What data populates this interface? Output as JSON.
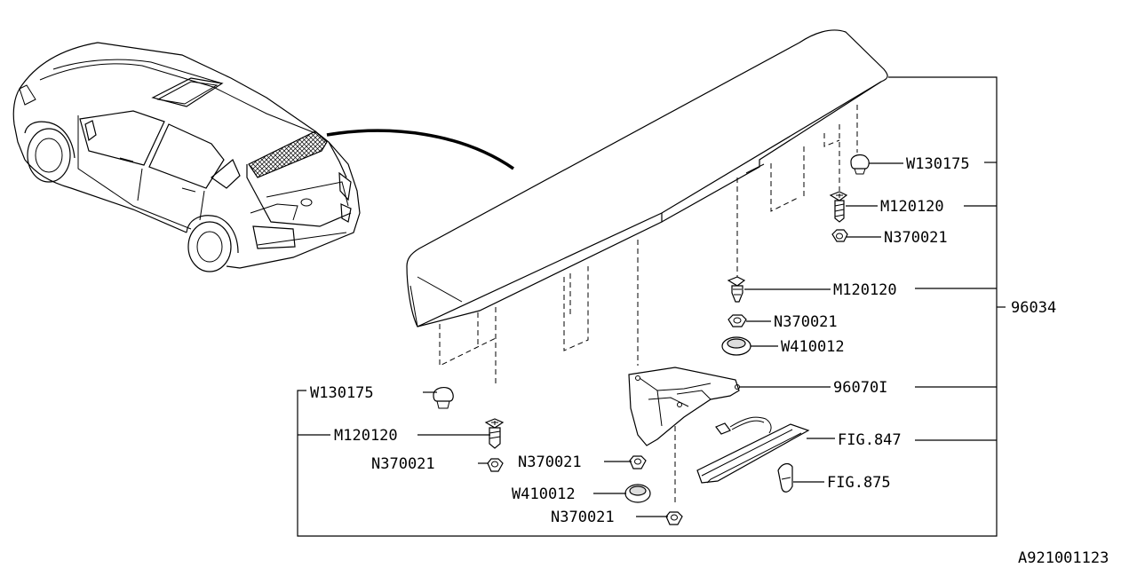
{
  "diagram_id": "A921001123",
  "callouts": {
    "assembly": "96034",
    "w130175_upper": "W130175",
    "m120120_upper": "M120120",
    "n370021_upper": "N370021",
    "m120120_mid": "M120120",
    "n370021_mid": "N370021",
    "w410012_mid": "W410012",
    "bracket": "96070I",
    "fig847": "FIG.847",
    "fig875": "FIG.875",
    "w130175_left": "W130175",
    "m120120_left": "M120120",
    "n370021_left": "N370021",
    "n370021_bracket": "N370021",
    "w410012_bracket": "W410012",
    "n370021_bottom": "N370021"
  },
  "icons": {
    "vehicle": "suv-rear-view-icon",
    "spoiler": "rear-spoiler-part",
    "clip": "push-clip-icon",
    "screw": "screw-icon",
    "nut": "nut-icon",
    "washer": "washer-icon",
    "bracket": "stop-lamp-bracket-part",
    "lamp": "high-mount-stop-lamp-part",
    "harness": "wire-harness-part",
    "grommet": "grommet-part"
  }
}
